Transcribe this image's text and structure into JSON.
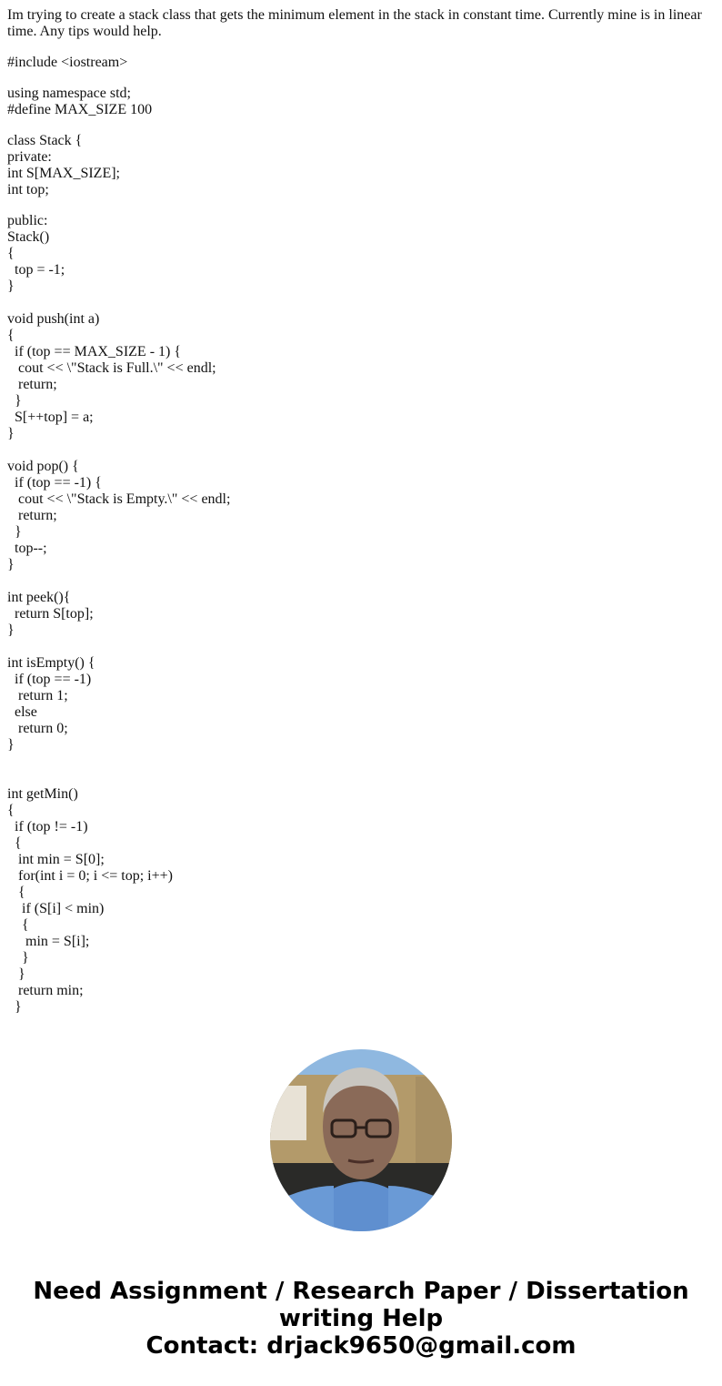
{
  "question": {
    "intro": "Im trying to create a stack class that gets the minimum element in the stack in constant time. Currently mine is in linear time. Any tips would help."
  },
  "code_blocks": [
    {
      "lines": [
        "#include <iostream>"
      ]
    },
    {
      "lines": [
        "using namespace std;",
        "#define MAX_SIZE 100"
      ]
    },
    {
      "lines": [
        "class Stack {",
        "private:",
        "int S[MAX_SIZE];",
        "int top;"
      ]
    },
    {
      "lines": [
        "public:",
        "Stack()",
        "{",
        "  top = -1;",
        "}",
        "",
        "void push(int a)",
        "{",
        "  if (top == MAX_SIZE - 1) {",
        "   cout << \\\"Stack is Full.\\\" << endl;",
        "   return;",
        "  }",
        "  S[++top] = a;",
        "}",
        "",
        "void pop() {",
        "  if (top == -1) {",
        "   cout << \\\"Stack is Empty.\\\" << endl;",
        "   return;",
        "  }",
        "  top--;",
        "}",
        "",
        "int peek(){",
        "  return S[top];",
        "}",
        "",
        "int isEmpty() {",
        "  if (top == -1)",
        "   return 1;",
        "  else",
        "   return 0;",
        "}",
        "",
        "",
        "int getMin()",
        "{",
        "  if (top != -1)",
        "  {",
        "   int min = S[0];",
        "   for(int i = 0; i <= top; i++)",
        "   {",
        "    if (S[i] < min)",
        "    {",
        "     min = S[i];",
        "    }",
        "   }",
        "   return min;",
        "  }"
      ]
    }
  ],
  "promo": {
    "avatar_alt": "profile photo",
    "line1": "Need Assignment / Research Paper / Dissertation",
    "line2": "writing Help",
    "line3": "Contact: drjack9650@gmail.com"
  }
}
